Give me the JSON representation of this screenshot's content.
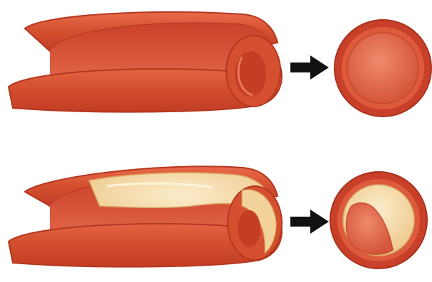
{
  "diagram": {
    "subject": "artery-cross-section-comparison",
    "rows": [
      {
        "id": "healthy-artery",
        "state": "clear",
        "arrow": "right-arrow-icon",
        "end_view": "open-lumen"
      },
      {
        "id": "narrowed-artery",
        "state": "plaque-buildup",
        "arrow": "right-arrow-icon",
        "end_view": "partially-blocked-lumen"
      }
    ],
    "colors": {
      "wall_outer": "#c8402a",
      "wall_mid": "#de5a3c",
      "wall_light": "#ef7d5e",
      "lumen_dark": "#b8341f",
      "plaque": "#f2d29a",
      "plaque_light": "#f8e6bd",
      "arrow": "#111111"
    }
  }
}
